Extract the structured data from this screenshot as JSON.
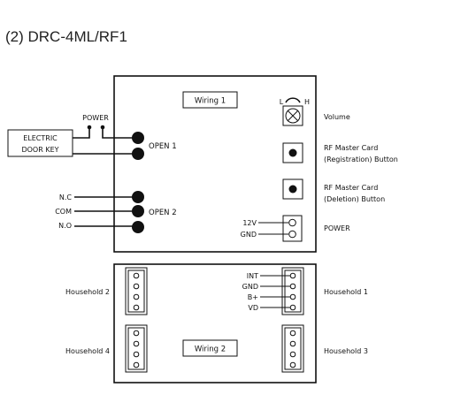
{
  "title": "(2) DRC-4ML/RF1",
  "unit1": {
    "wiring_label": "Wiring 1",
    "electric_door_key_line1": "ELECTRIC",
    "electric_door_key_line2": "DOOR KEY",
    "power_label": "POWER",
    "open1_label": "OPEN 1",
    "open2_label": "OPEN 2",
    "nc_label": "N.C",
    "com_label": "COM",
    "no_label": "N.O",
    "volume_low": "L",
    "volume_high": "H",
    "volume_label": "Volume",
    "rf_reg_line1": "RF Master Card",
    "rf_reg_line2": "(Registration) Button",
    "rf_del_line1": "RF Master Card",
    "rf_del_line2": "(Deletion) Button",
    "power_12v": "12V",
    "power_gnd": "GND",
    "power_terminal_label": "POWER"
  },
  "unit2": {
    "wiring_label": "Wiring 2",
    "household1": "Household 1",
    "household2": "Household 2",
    "household3": "Household 3",
    "household4": "Household 4",
    "int_label": "INT",
    "gnd_label": "GND",
    "bplus_label": "B+",
    "vd_label": "VD"
  }
}
